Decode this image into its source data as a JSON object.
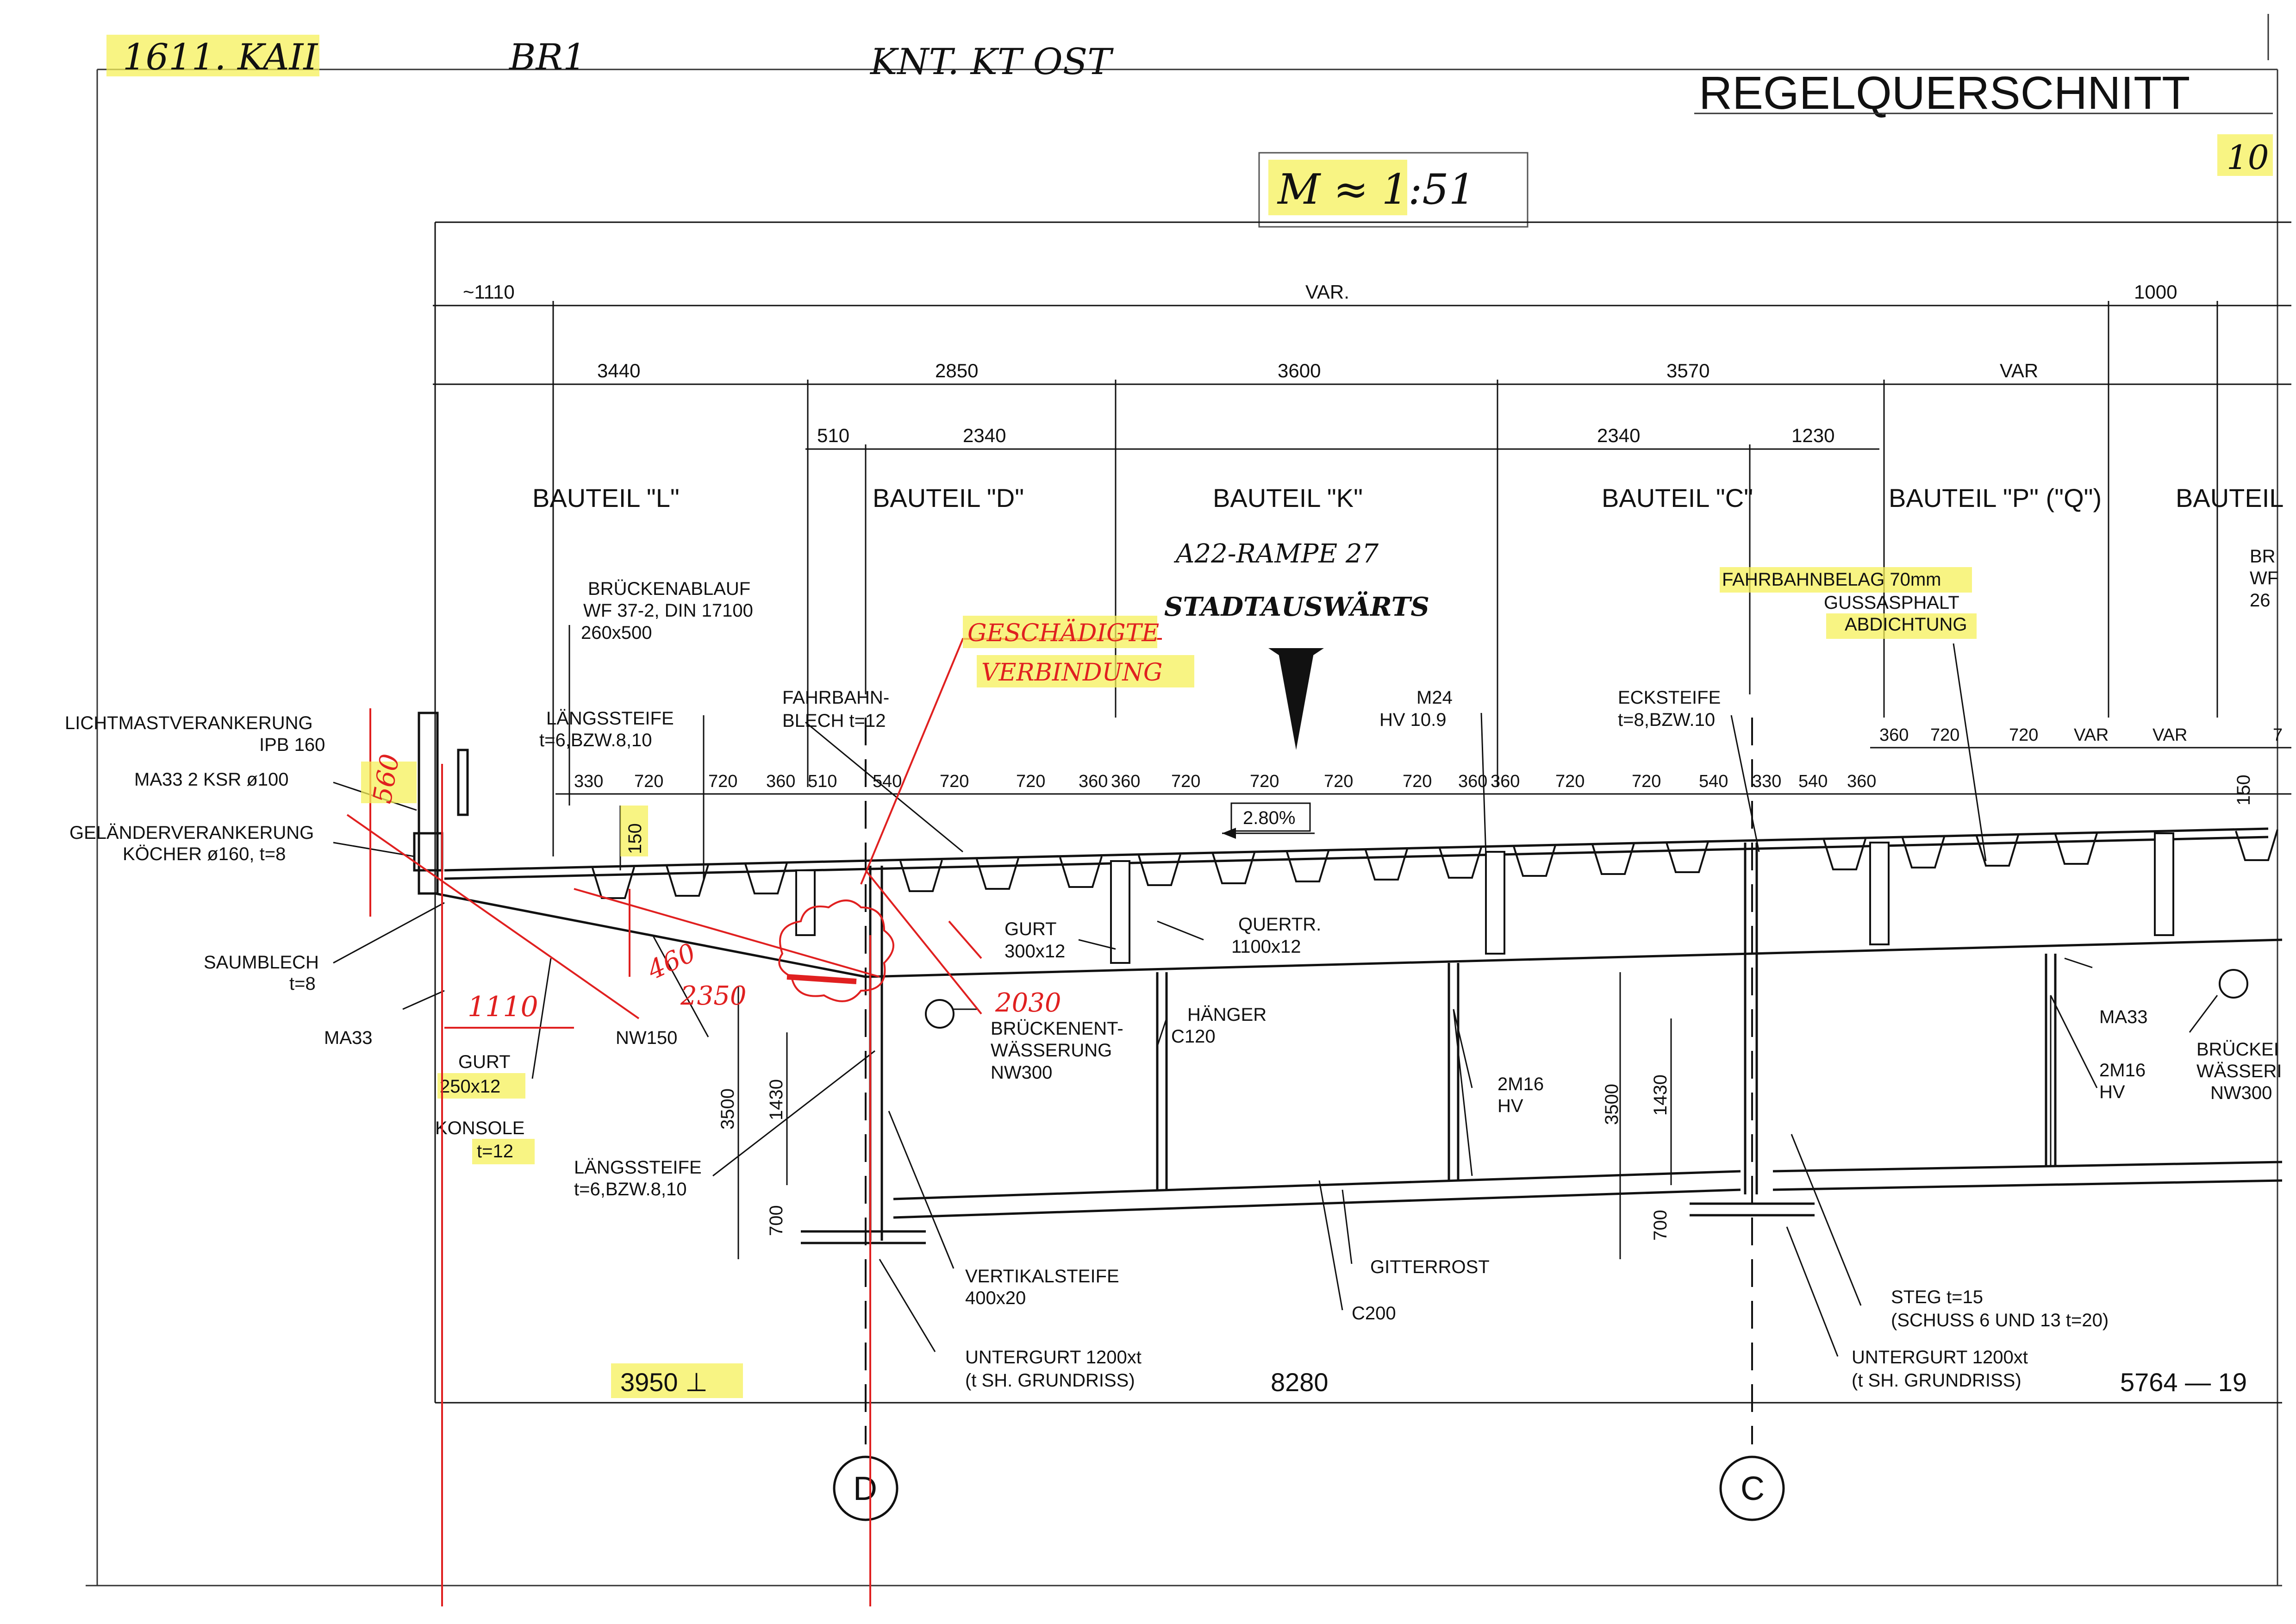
{
  "header": {
    "title": "REGELQUERSCHNITT",
    "handwriting_1": "1611. KAII",
    "handwriting_2": "BR1",
    "handwriting_3": "KNT. KT OST",
    "sheet_number": "10",
    "scale": "M ≈ 1:51"
  },
  "dimensions": {
    "top": [
      "~1110",
      "VAR.",
      "1000"
    ],
    "second": [
      "3440",
      "2850",
      "3600",
      "3570",
      "VAR"
    ],
    "third": [
      "510",
      "2340",
      "2340",
      "1230"
    ],
    "ribs": [
      "330",
      "720",
      "720",
      "360",
      "510",
      "540",
      "720",
      "720",
      "360",
      "360",
      "720",
      "720",
      "720",
      "720",
      "360",
      "360",
      "720",
      "720",
      "540",
      "330",
      "540",
      "360",
      "360",
      "720",
      "720",
      "VAR",
      "VAR",
      "7"
    ],
    "bottom_left": "3950 ⊥",
    "bottom_mid": "8280",
    "bottom_right": "5764 — 19"
  },
  "bauteile": [
    "BAUTEIL \"L\"",
    "BAUTEIL \"D\"",
    "BAUTEIL \"K\"",
    "BAUTEIL \"C\"",
    "BAUTEIL \"P\" (\"Q\")",
    "BAUTEIL"
  ],
  "ramp": {
    "line1": "A22-RAMPE 27",
    "line2": "STADTAUSWÄRTS",
    "slope": "2.80%"
  },
  "labels": {
    "brueckenablauf": [
      "BRÜCKENABLAUF",
      "WF 37-2, DIN 17100",
      "260x500"
    ],
    "lichtmast": [
      "LICHTMASTVERANKERUNG",
      "IPB 160"
    ],
    "ma33_ksr": "MA33 2 KSR ø100",
    "gelaender": [
      "GELÄNDERVERANKERUNG",
      "KÖCHER ø160, t=8"
    ],
    "saumblech": [
      "SAUMBLECH",
      "t=8"
    ],
    "ma33_left": "MA33",
    "gurt_left": [
      "GURT",
      "250x12"
    ],
    "konsole": [
      "KONSOLE",
      "t=12"
    ],
    "nw150": "NW150",
    "laengssteife_top": [
      "LÄNGSSTEIFE",
      "t=6,BZW.8,10"
    ],
    "laengssteife_low": [
      "LÄNGSSTEIFE",
      "t=6,BZW.8,10"
    ],
    "fahrbahnblech": [
      "FAHRBAHN-",
      "BLECH t=12"
    ],
    "m24": [
      "M24",
      "HV 10.9"
    ],
    "ecksteife": [
      "ECKSTEIFE",
      "t=8,BZW.10"
    ],
    "fahrbahnbelag": [
      "FAHRBAHNBELAG 70mm",
      "GUSSASPHALT",
      "ABDICHTUNG"
    ],
    "gurt_mid": [
      "GURT",
      "300x12"
    ],
    "quertr": [
      "QUERTR.",
      "1100x12"
    ],
    "entwaesserung": [
      "BRÜCKENENT-",
      "WÄSSERUNG",
      "NW300"
    ],
    "haenger": [
      "HÄNGER",
      "C120"
    ],
    "m16_mid": [
      "2M16",
      "HV"
    ],
    "m16_right": [
      "2M16",
      "HV"
    ],
    "ma33_right": "MA33",
    "entw_right": [
      "BRÜCKEI",
      "WÄSSERI",
      "NW300"
    ],
    "br_right": [
      "BR",
      "WF",
      "26"
    ],
    "vertikalsteife": [
      "VERTIKALSTEIFE",
      "400x20"
    ],
    "gitterrost": "GITTERROST",
    "c200": "C200",
    "steg": [
      "STEG t=15",
      "(SCHUSS 6 UND 13 t=20)"
    ],
    "untergurt_left": [
      "UNTERGURT 1200xt",
      "(t SH. GRUNDRISS)"
    ],
    "untergurt_right": [
      "UNTERGURT 1200xt",
      "(t SH. GRUNDRISS)"
    ],
    "height_3500_a": "3500",
    "height_1430_a": "1430",
    "height_700_a": "700",
    "height_3500_b": "3500",
    "height_1430_b": "1430",
    "height_700_b": "700",
    "height_150_a": "150",
    "height_150_b": "150"
  },
  "axes": [
    "D",
    "C"
  ],
  "red_notes": {
    "damaged": [
      "GESCHÄDIGTE",
      "VERBINDUNG"
    ],
    "d560": "560",
    "d460": "460",
    "d1110": "1110",
    "d2350": "2350",
    "d2030": "2030"
  },
  "colors": {
    "ink": "#111111",
    "red_ink": "#e02020",
    "highlight": "#f6f05a"
  }
}
